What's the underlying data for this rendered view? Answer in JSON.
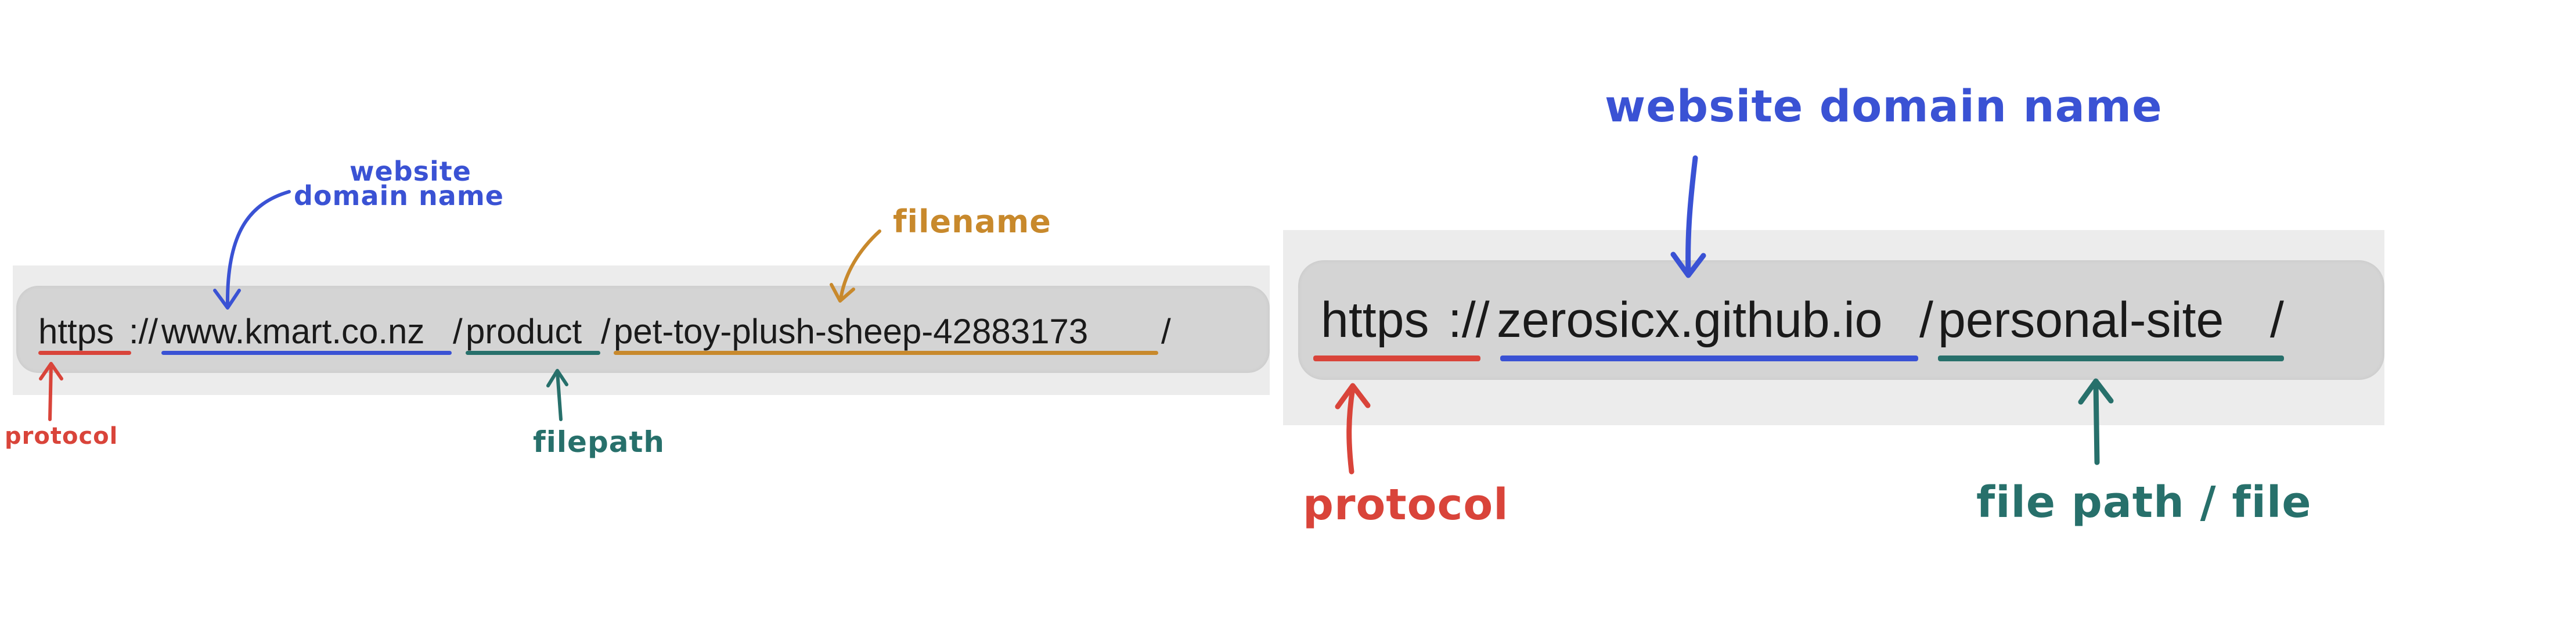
{
  "colors": {
    "protocol": "#d9443a",
    "domain": "#3a52d4",
    "filepath": "#27706b",
    "filename": "#c8892c"
  },
  "left_example": {
    "url_parts": {
      "protocol": "https",
      "sep1": "://",
      "domain": "www.kmart.co.nz",
      "sep2": "/",
      "filepath": "product",
      "sep3": "/",
      "filename": "pet-toy-plush-sheep-42883173",
      "sep4": "/"
    },
    "labels": {
      "domain_line1": "website",
      "domain_line2": "domain name",
      "filename": "filename",
      "protocol": "protocol",
      "filepath": "filepath"
    }
  },
  "right_example": {
    "url_parts": {
      "protocol": "https",
      "sep1": "://",
      "domain": "zerosicx.github.io",
      "sep2": "/",
      "filepath": "personal-site",
      "sep3": "/"
    },
    "labels": {
      "domain": "website domain name",
      "protocol": "protocol",
      "filepath": "file path / file"
    }
  }
}
